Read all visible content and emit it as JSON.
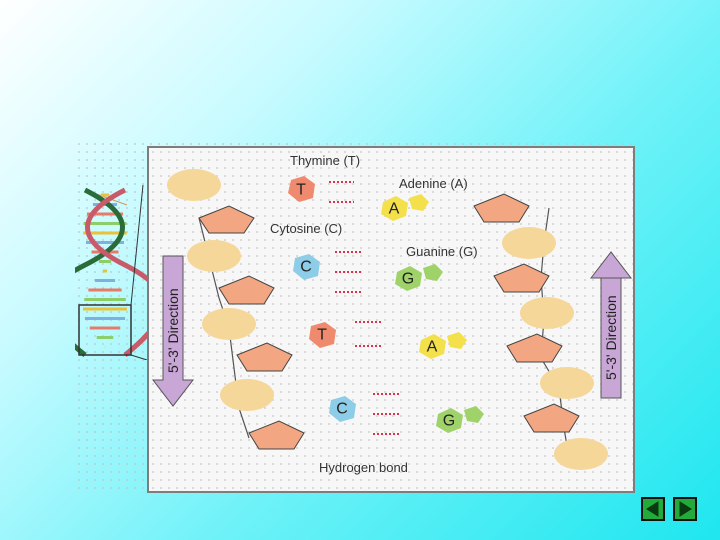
{
  "labels": {
    "thymine_top": "Thymine (T)",
    "adenine_top": "Adenine (A)",
    "cytosine_top": "Cytosine (C)",
    "guanine_top": "Guanine (G)",
    "hydrogen_bond": "Hydrogen bond",
    "left_direction": "5'-3' Direction",
    "right_direction": "5'-3' Direction"
  },
  "bases": {
    "t1": "T",
    "a1": "A",
    "c1": "C",
    "g1": "G",
    "t2": "T",
    "a2": "A",
    "c2": "C",
    "g2": "G"
  },
  "colors": {
    "thymine": "#f08a6e",
    "adenine": "#f3e04a",
    "cytosine": "#8ecde8",
    "guanine": "#9fd36a",
    "phosphate": "#f6d79a",
    "sugar": "#f2a682",
    "arrow": "#c8a6d6",
    "hbond": "#e0304a"
  },
  "nav": {
    "prev": "previous-slide",
    "next": "next-slide"
  }
}
